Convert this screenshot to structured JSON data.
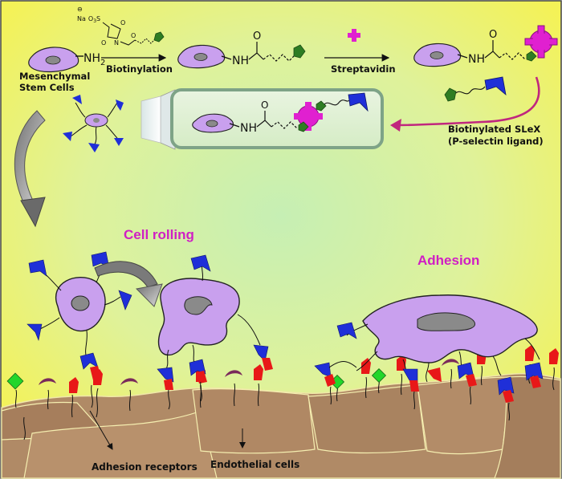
{
  "labels": {
    "msc_line1": "Mesenchymal",
    "msc_line2": "Stem Cells",
    "nh2": "NH",
    "nh2_sub": "2",
    "biotinylation": "Biotinylation",
    "streptavidin": "Streptavidin",
    "nh_a": "NH",
    "nh_b": "NH",
    "nh_c": "NH",
    "o_a": "O",
    "o_b": "O",
    "o_c": "O",
    "o_reagent": "O",
    "o_reagent2": "O",
    "o_reagent3": "O",
    "n_reagent": "N",
    "reagent_na": "Na",
    "reagent_o3s": "O",
    "reagent_o3s_sub": "3",
    "reagent_s": "S",
    "reagent_minus": "⊖",
    "slex_line1": "Biotinylated SLeX",
    "slex_line2": "(P-selectin ligand)",
    "cell_rolling": "Cell rolling",
    "adhesion": "Adhesion",
    "adhesion_receptors": "Adhesion receptors",
    "endothelial_cells": "Endothelial cells"
  },
  "colors": {
    "cell_fill": "#c9a0ee",
    "nucleus": "#8a8a8a",
    "biotin": "#2e7d23",
    "streptavidin": "#e020d0",
    "slex": "#1f2fd8",
    "receptor_red": "#e81818",
    "receptor_green": "#22d62a",
    "receptor_purple": "#7a2a5a",
    "endothelium": "#b08a66",
    "label_pink": "#d01ec4",
    "arrow_pink": "#c0277e",
    "background_center": "#c8f0b0",
    "background_edge": "#f2f060"
  }
}
